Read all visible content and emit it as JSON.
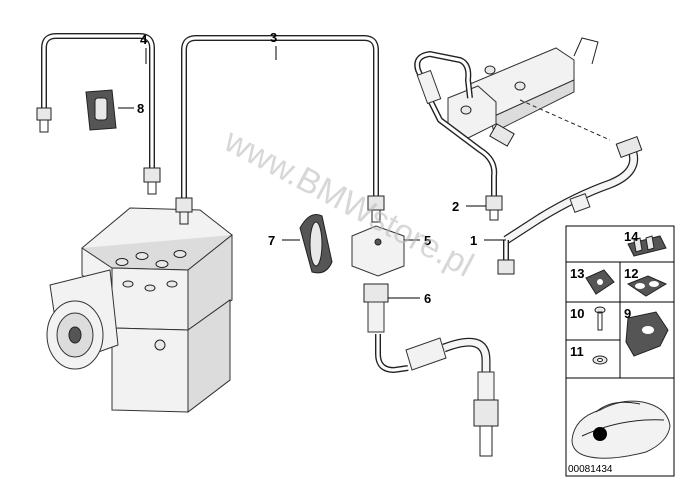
{
  "diagram": {
    "callouts": {
      "c1": "1",
      "c2": "2",
      "c3": "3",
      "c4": "4",
      "c5": "5",
      "c6": "6",
      "c7": "7",
      "c8": "8",
      "c9": "9",
      "c10": "10",
      "c11": "11",
      "c12": "12",
      "c13": "13",
      "c14": "14"
    },
    "watermark": "www.BMWstore.pl",
    "part_number": "00081434"
  }
}
